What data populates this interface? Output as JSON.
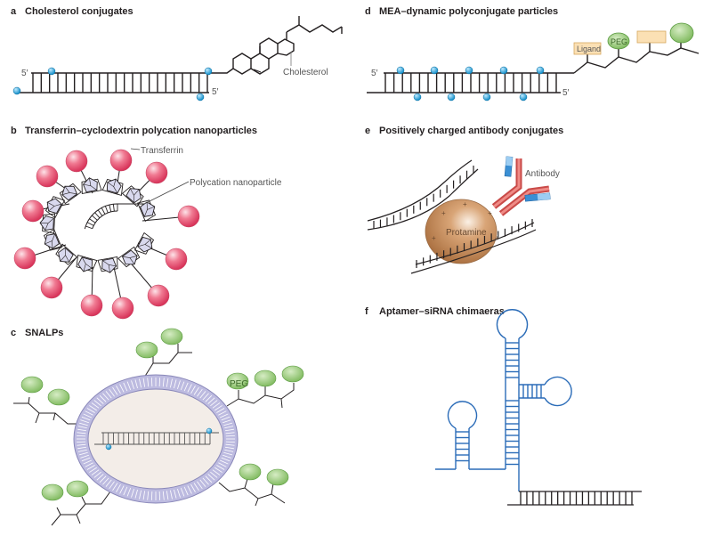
{
  "figure": {
    "panels": [
      {
        "letter": "a",
        "title": "Cholesterol conjugates"
      },
      {
        "letter": "b",
        "title": "Transferrin–cyclodextrin polycation nanoparticles"
      },
      {
        "letter": "c",
        "title": "SNALPs"
      },
      {
        "letter": "d",
        "title": "MEA–dynamic polyconjugate particles"
      },
      {
        "letter": "e",
        "title": "Positively charged antibody conjugates"
      },
      {
        "letter": "f",
        "title": "Aptamer–siRNA chimaeras"
      }
    ],
    "labels": {
      "five_prime": "5′",
      "cholesterol": "Cholesterol",
      "transferrin": "Transferrin",
      "polycation_nanoparticle": "Polycation nanoparticle",
      "peg": "PEG",
      "ligand": "Ligand",
      "antibody": "Antibody",
      "protamine": "Protamine",
      "plus": "+"
    },
    "colors": {
      "ink": "#231f20",
      "blue_dot": "#1aa3dc",
      "transferrin_pink": "#e8607a",
      "cyclodextrin": "#d9d9ee",
      "peg_green": "#8cc46a",
      "ligand_box": "#fbe0b4",
      "aptamer_blue": "#2b6cb8",
      "protamine_tan": "#c9935f",
      "antibody_red": "#e0605c",
      "antibody_blue": "#3a8fd4",
      "lipid_purple": "#a9a7cf",
      "core_fill": "#f3ede8"
    }
  }
}
